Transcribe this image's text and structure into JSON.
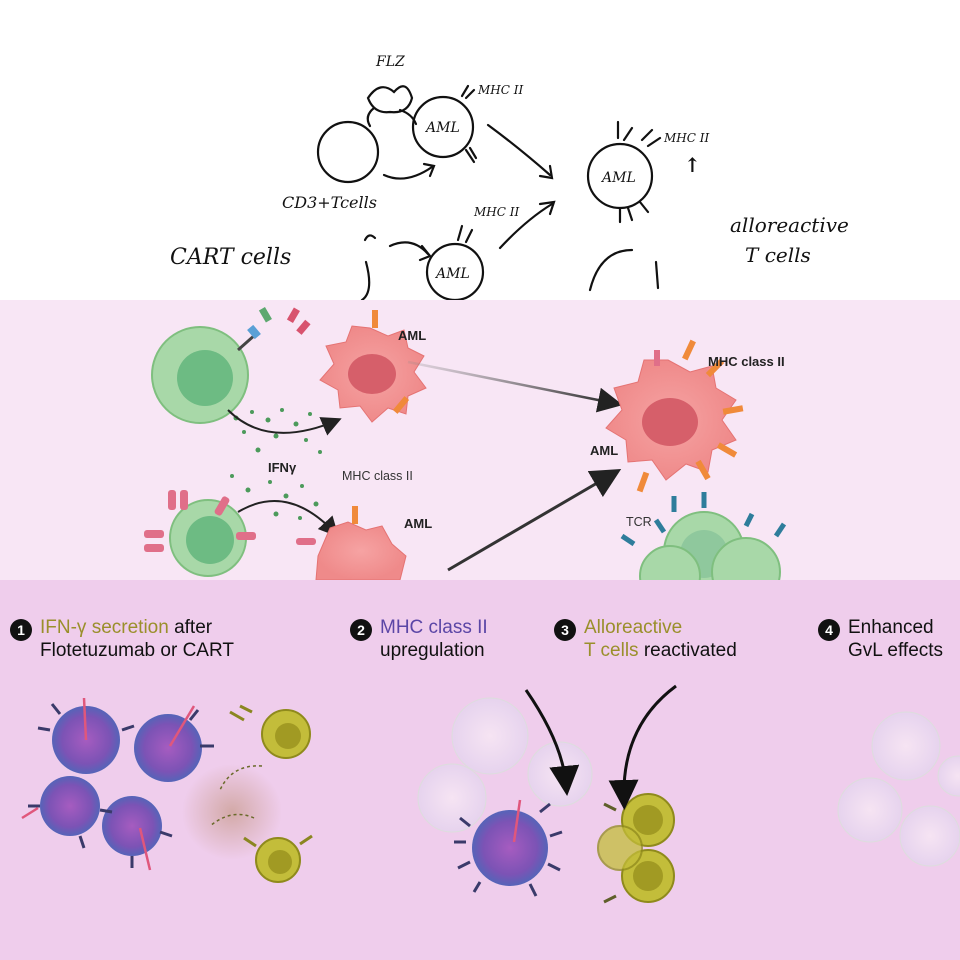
{
  "sketch": {
    "labels": {
      "flz": "FLZ",
      "mhc_top": "MHC II",
      "cd3_tcells": "CD3+Tcells",
      "cart_cells": "CART cells",
      "aml_top": "AML",
      "aml_bottom": "AML",
      "mhc_bottom": "MHC II",
      "aml_right": "AML",
      "mhc_right": "MHC II",
      "up_arrow": "↑",
      "alloreactive_1": "alloreactive",
      "alloreactive_2": "T cells"
    }
  },
  "schematic": {
    "labels": {
      "aml_top": "AML",
      "aml_bottom": "AML",
      "aml_right": "AML",
      "ifng": "IFNγ",
      "mhc_middle": "MHC class II",
      "mhc_right": "MHC class II",
      "tcr": "TCR"
    }
  },
  "steps": [
    {
      "number": "1",
      "highlight": "IFN-γ secretion",
      "rest_line1": " after",
      "line2": "Flotetuzumab or CART"
    },
    {
      "number": "2",
      "highlight": "MHC class II",
      "rest_line1": "",
      "line2": "upregulation"
    },
    {
      "number": "3",
      "highlight": "Alloreactive",
      "rest_line1": "",
      "highlight_line2": "T cells",
      "line2": " reactivated"
    },
    {
      "number": "4",
      "highlight": "",
      "rest_line1": "Enhanced",
      "line2": "GvL effects"
    }
  ],
  "colors": {
    "step1_highlight": "#9a8f2b",
    "step2_highlight": "#5b46a6",
    "step3_highlight": "#9a8f2b",
    "aml_cell": "#f08f8f",
    "t_cell": "#a8d8a8",
    "mhc_receptor": "#f08a3a",
    "tcr_receptor": "#2e7d9b"
  }
}
